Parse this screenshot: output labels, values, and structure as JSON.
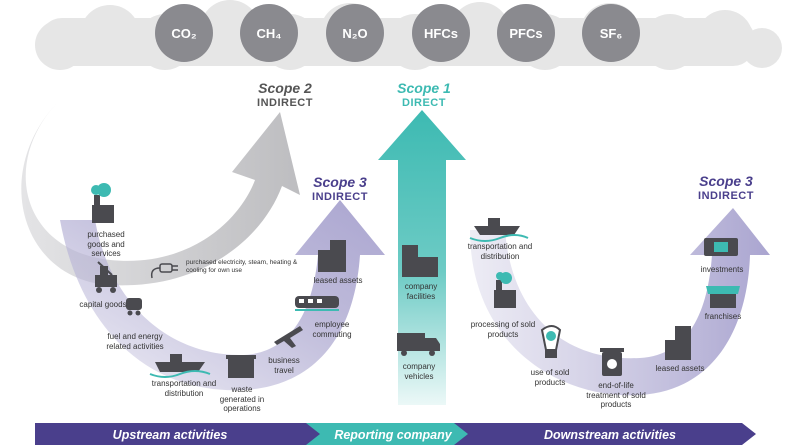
{
  "gases": [
    "CO₂",
    "CH₄",
    "N₂O",
    "HFCs",
    "PFCs",
    "SF₆"
  ],
  "scopes": {
    "scope2": {
      "title": "Scope 2",
      "subtitle": "INDIRECT",
      "label": "purchased electricity, steam, heating & cooling for own use"
    },
    "scope1": {
      "title": "Scope 1",
      "subtitle": "DIRECT"
    },
    "scope3_upstream": {
      "title": "Scope 3",
      "subtitle": "INDIRECT"
    },
    "scope3_downstream": {
      "title": "Scope 3",
      "subtitle": "INDIRECT"
    }
  },
  "upstream_items": [
    "purchased goods and services",
    "capital goods",
    "fuel and energy related activities",
    "transportation and distribution",
    "waste generated in operations",
    "business travel",
    "employee commuting",
    "leased assets"
  ],
  "company_items": [
    "company facilities",
    "company vehicles"
  ],
  "downstream_items": [
    "transportation and distribution",
    "processing of sold products",
    "use of sold products",
    "end-of-life treatment of sold products",
    "leased assets",
    "franchises",
    "investments"
  ],
  "bar": {
    "upstream": "Upstream activities",
    "reporting": "Reporting company",
    "downstream": "Downstream activities"
  },
  "colors": {
    "scope1": "#3dbab2",
    "scope2": "#c9c9cb",
    "scope3": "#b7b3d6",
    "bar_purple": "#4a3f8c",
    "bar_teal": "#3dbab2",
    "icon": "#4a4a4f",
    "gas_circle": "#8a8a8f",
    "cloud": "#e6e6e6"
  },
  "icons": [
    "factory-icon",
    "tow-truck-icon",
    "fuel-cart-icon",
    "cargo-ship-icon",
    "dumpster-icon",
    "airplane-icon",
    "train-icon",
    "buildings-icon",
    "plug-icon",
    "truck-icon",
    "flask-factory-icon",
    "lightbulb-icon",
    "recycle-bin-icon",
    "store-icon",
    "money-icon"
  ]
}
